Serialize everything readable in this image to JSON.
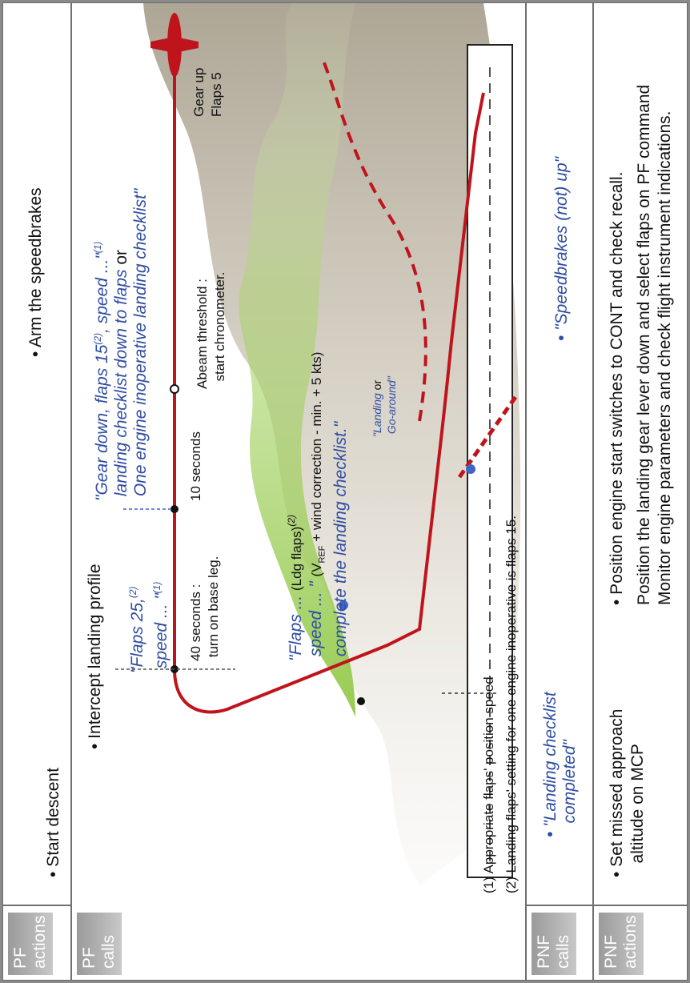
{
  "rows": {
    "pf_actions": [
      "PF",
      "actions"
    ],
    "pf_calls": [
      "PF",
      "calls"
    ],
    "pnf_calls": [
      "PNF",
      "calls"
    ],
    "pnf_actions": [
      "PNF",
      "actions"
    ]
  },
  "pf_actions": {
    "start_descent": "Start descent",
    "intercept_profile": "Intercept landing profile",
    "arm_speedbrakes": "Arm the speedbrakes"
  },
  "pf_calls": {
    "flaps25_line1": "\"Flaps 25,",
    "flaps25_sup": "(2)",
    "flaps25_line2": "speed ... \"",
    "flaps25_sup2": "(1)",
    "ldg_line1": "\"Flaps ...",
    "ldg_line1b": "(Ldg flaps)",
    "ldg_line1_sup": "(2)",
    "ldg_line2a": "speed ... \"",
    "ldg_line2b": "(V",
    "ldg_line2_sub": "REF",
    "ldg_line2c": "+ wind correction - min. + 5 kts)",
    "ldg_line3": "complete the landing checklist.\"",
    "gear_line1": "\"Gear down, flaps 15",
    "gear_sup": "(2)",
    "gear_line1b": ", speed ...\"",
    "gear_sup2": "(1)",
    "gear_line2": "landing checklist down to flaps",
    "gear_line2b": "or",
    "gear_line3": "One engine inoperative landing checklist\""
  },
  "profile": {
    "t40_line1": "40 seconds :",
    "t40_line2": "turn on base leg.",
    "t10": "10 seconds",
    "abeam_line1": "Abeam threshold :",
    "abeam_line2": "start chronometer.",
    "gear_up": "Gear up",
    "flaps5": "Flaps 5",
    "landing_word": "\"Landing",
    "or_word": "or",
    "goaround": "Go-around\""
  },
  "notes": {
    "note1": "(1) Appropriate flaps' position speed",
    "note2": "(2) Landing flaps' setting for one engine inoperative is flaps 15."
  },
  "pnf_calls": {
    "landing_line1": "\"Landing checklist",
    "landing_line2": "completed\"",
    "speedbrakes": "\"Speedbrakes (not) up\""
  },
  "pnf_actions": {
    "missed_line1": "Set missed approach",
    "missed_line2": "altitude on MCP",
    "engine_start": "Position engine start switches to CONT and check recall.",
    "gear_lever": "Position the landing gear lever down and select flaps on PF command",
    "monitor": "Monitor engine parameters and check flight instrument indications."
  },
  "colors": {
    "path": "#c0141c",
    "call_text": "#2f4ea3",
    "band_label": "#a8a8a8",
    "terrain_green": "#8cc63f"
  }
}
